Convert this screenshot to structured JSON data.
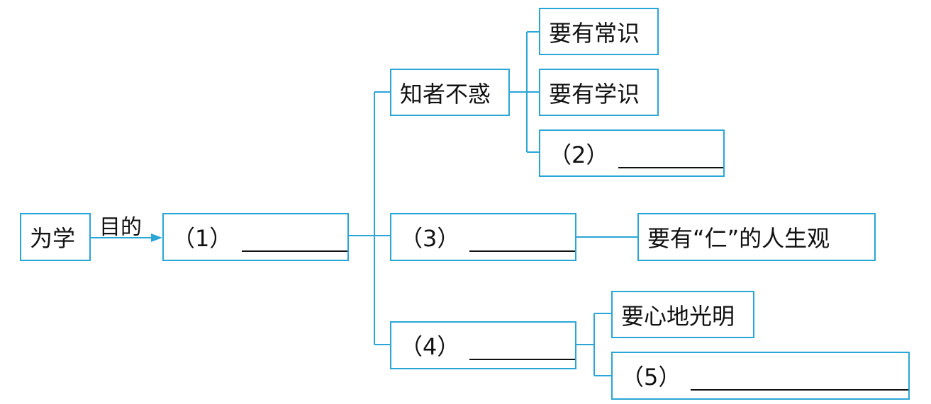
{
  "colors": {
    "line": "#2aa6d6",
    "text": "#111111",
    "background": "#ffffff"
  },
  "root": {
    "label": "为学"
  },
  "edge_label": "目的",
  "level1": {
    "label": "（1）"
  },
  "branches": [
    {
      "label": "知者不惑",
      "children": [
        {
          "label": "要有常识"
        },
        {
          "label": "要有学识"
        },
        {
          "label": "（2）"
        }
      ]
    },
    {
      "label": "（3）",
      "children": [
        {
          "label": "要有“仁”的人生观"
        }
      ]
    },
    {
      "label": "（4）",
      "children": [
        {
          "label": "要心地光明"
        },
        {
          "label": "（5）"
        }
      ]
    }
  ]
}
